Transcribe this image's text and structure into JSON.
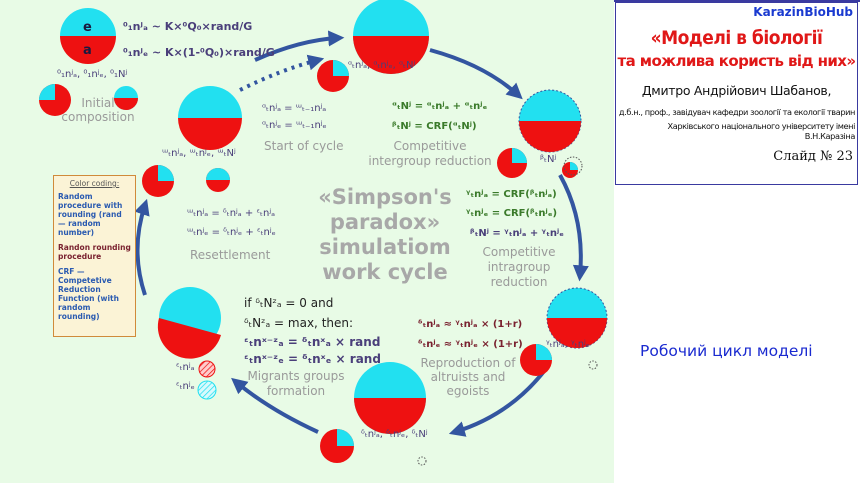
{
  "header": {
    "hub": "KarazinBioHub",
    "title_line1": "«Моделі в біології",
    "title_line2": "та можлива користь від них»",
    "author": "Дмитро Андрійович Шабанов,",
    "affiliation_line1": "д.б.н., проф., завідувач кафедри зоології та екології тварин",
    "affiliation_line2": "Харківського національного університету імені В.Н.Каразіна",
    "slide": "Слайд № 23"
  },
  "caption": "Робочий цикл моделі",
  "diagram": {
    "center_title": [
      "«Simpson's",
      "paradox»",
      "simulatiom",
      "work cycle"
    ],
    "initial": {
      "label_e": "e",
      "label_a": "a",
      "formula_a": "⁰₁nʲₐ ~ K×⁰Q₀×rand/G",
      "formula_e": "⁰₁nʲₑ ~ K×(1-⁰Q₀)×rand/G",
      "vars": "⁰₁nʲₐ, ⁰₁nʲₑ, ⁰₁Nʲ",
      "title": "Initial composition"
    },
    "start": {
      "vars": "ᵅₜnʲₐ, ᵅₜnʲₑ, ᵅₜNʲ",
      "formula_a": "ᵅₜnʲₐ = ᵚₜ₋₁nʲₐ",
      "formula_e": "ᵅₜnʲₑ = ᵚₜ₋₁nʲₑ",
      "title": "Start of cycle"
    },
    "intergroup": {
      "formula_1": "ᵅₜNʲ = ᵅₜnʲₐ + ᵅₜnʲₑ",
      "formula_2": "ᵝₜNʲ = CRF(ᵅₜNʲ)",
      "title": "Competitive intergroup reduction",
      "vars": "ᵝₜNʲ"
    },
    "intragroup": {
      "formula_1": "ᵞₜnʲₐ = CRF(ᵝₜnʲₐ)",
      "formula_2": "ᵞₜnʲₑ = CRF(ᵝₜnʲₑ)",
      "formula_3": "ᵝₜNʲ = ᵞₜnʲₐ + ᵞₜnʲₑ",
      "title": "Competitive intragroup reduction",
      "vars": "ᵞₜnʲₐ, ᵞₜnʲₑ"
    },
    "reproduction": {
      "formula_1": "ᵟₜnʲₐ ≈ ᵞₜnʲₐ × (1+r)",
      "formula_2": "ᵟₜnʲₑ ≈ ᵞₜnʲₑ × (1+r)",
      "title": "Reproduction of altruists and egoists",
      "vars": "ᵟₜnʲₐ, ᵟₜnʲₑ, ᵟₜNʲ"
    },
    "migrants": {
      "cond_1": "if ᵟₜNᶻₐ = 0 and",
      "cond_2": "ᵟₜNᶻₐ = max, then:",
      "formula_1": "ᵋₜnˣ⁻ᶻₐ = ᵟₜnˣₐ × rand",
      "formula_2": "ᵋₜnˣ⁻ᶻₑ = ᵟₜnˣₑ × rand",
      "title": "Migrants groups formation",
      "vars_a": "ᵋₜnʲₐ",
      "vars_e": "ᵋₜnʲₑ"
    },
    "resettlement": {
      "formula_1": "ᵚₜnʲₐ = ᵟₜnʲₐ + ᵋₜnʲₐ",
      "formula_2": "ᵚₜnʲₑ = ᵟₜnʲₑ + ᵋₜnʲₑ",
      "title": "Resettlement",
      "vars": "ᵚₜnʲₐ, ᵚₜnʲₑ, ᵚₜNʲ"
    },
    "legend": {
      "title": "Color coding:",
      "item_1": "Random procedure with rounding (rand — random number)",
      "item_2": "Randon rounding procedure",
      "item_3": "CRF — Competetive Reduction Function (with random rounding)"
    }
  },
  "colors": {
    "red": "#ee1111",
    "cyan": "#22e0f0",
    "arrow": "#3355a0",
    "title_red": "#e01818",
    "caption_blue": "#1a2ad0"
  }
}
